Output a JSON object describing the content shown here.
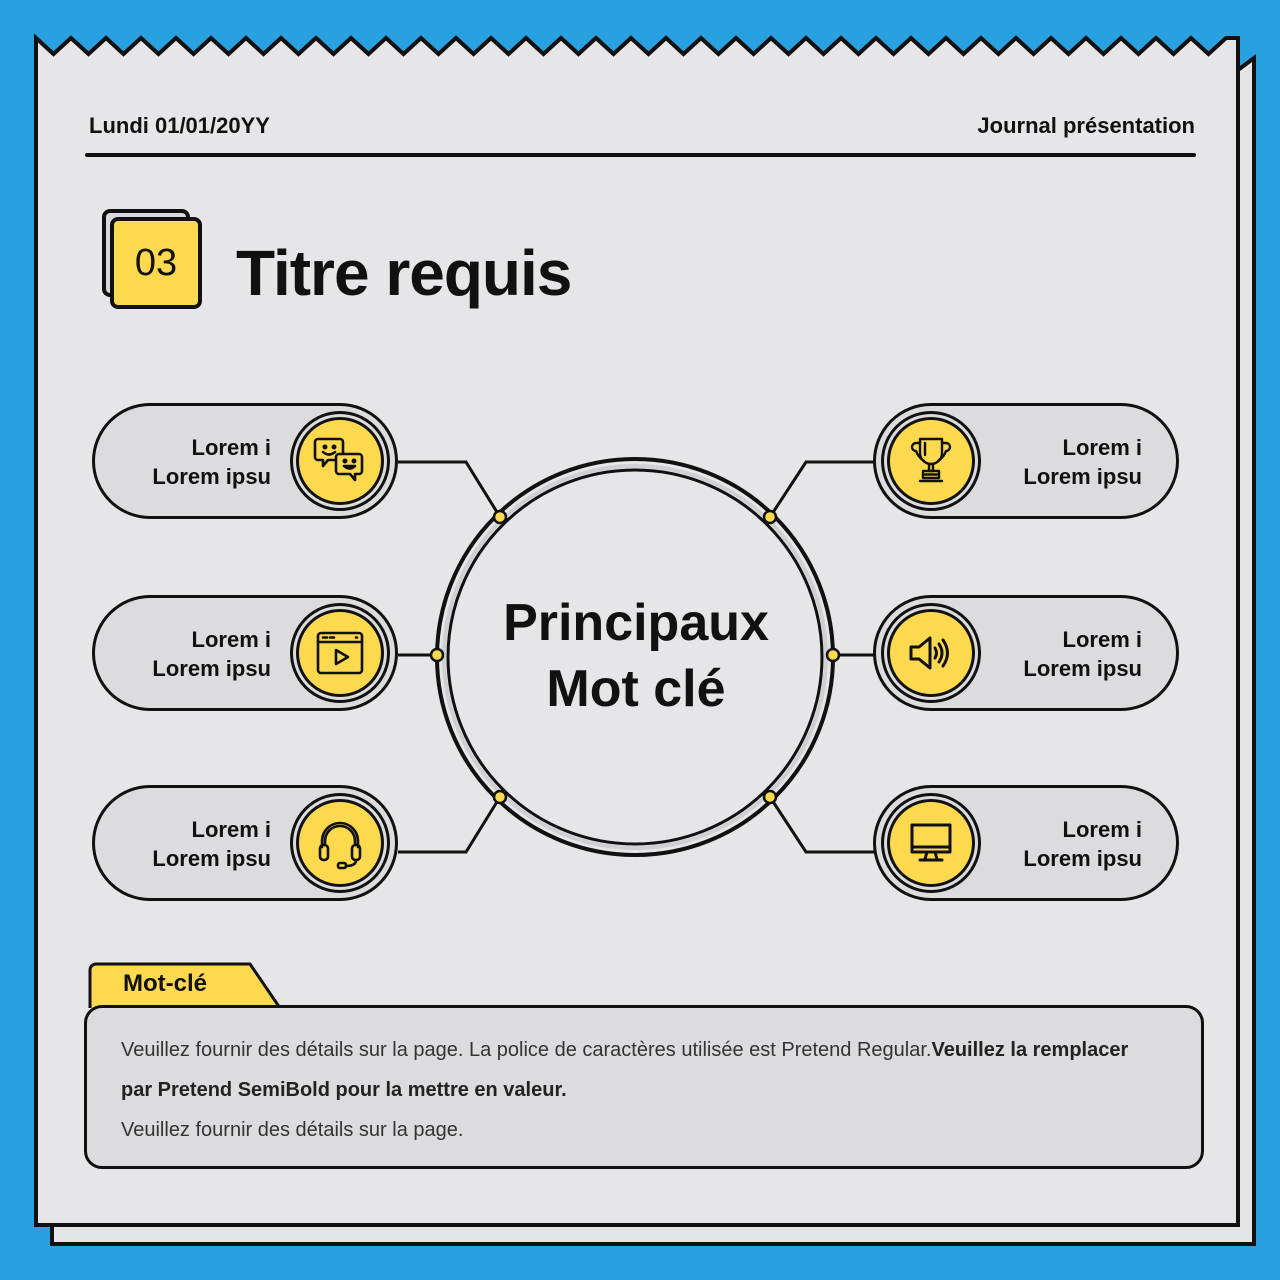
{
  "colors": {
    "background": "#29a0e0",
    "paper": "#e6e5e8",
    "accent_yellow": "#fcd94e",
    "pill_fill": "#dcdbde",
    "ink": "#111111"
  },
  "header": {
    "date": "Lundi 01/01/20YY",
    "journal": "Journal présentation"
  },
  "section": {
    "number": "03",
    "title": "Titre requis"
  },
  "center": {
    "line1": "Principaux",
    "line2": "Mot clé"
  },
  "nodes": {
    "left": [
      {
        "line1": "Lorem i",
        "line2": "Lorem ipsu",
        "icon": "chat-bubbles-icon"
      },
      {
        "line1": "Lorem i",
        "line2": "Lorem ipsu",
        "icon": "video-player-icon"
      },
      {
        "line1": "Lorem i",
        "line2": "Lorem ipsu",
        "icon": "headset-icon"
      }
    ],
    "right": [
      {
        "line1": "Lorem i",
        "line2": "Lorem ipsu",
        "icon": "trophy-icon"
      },
      {
        "line1": "Lorem i",
        "line2": "Lorem ipsu",
        "icon": "speaker-icon"
      },
      {
        "line1": "Lorem i",
        "line2": "Lorem ipsu",
        "icon": "monitor-icon"
      }
    ]
  },
  "keyword": {
    "tab_label": "Mot-clé",
    "text_regular": "Veuillez fournir des détails sur la page. La police de caractères utilisée est Pretend Regular.",
    "text_bold": "Veuillez la remplacer par Pretend SemiBold pour la mettre en valeur.",
    "text_second": "Veuillez fournir des détails sur la page."
  }
}
